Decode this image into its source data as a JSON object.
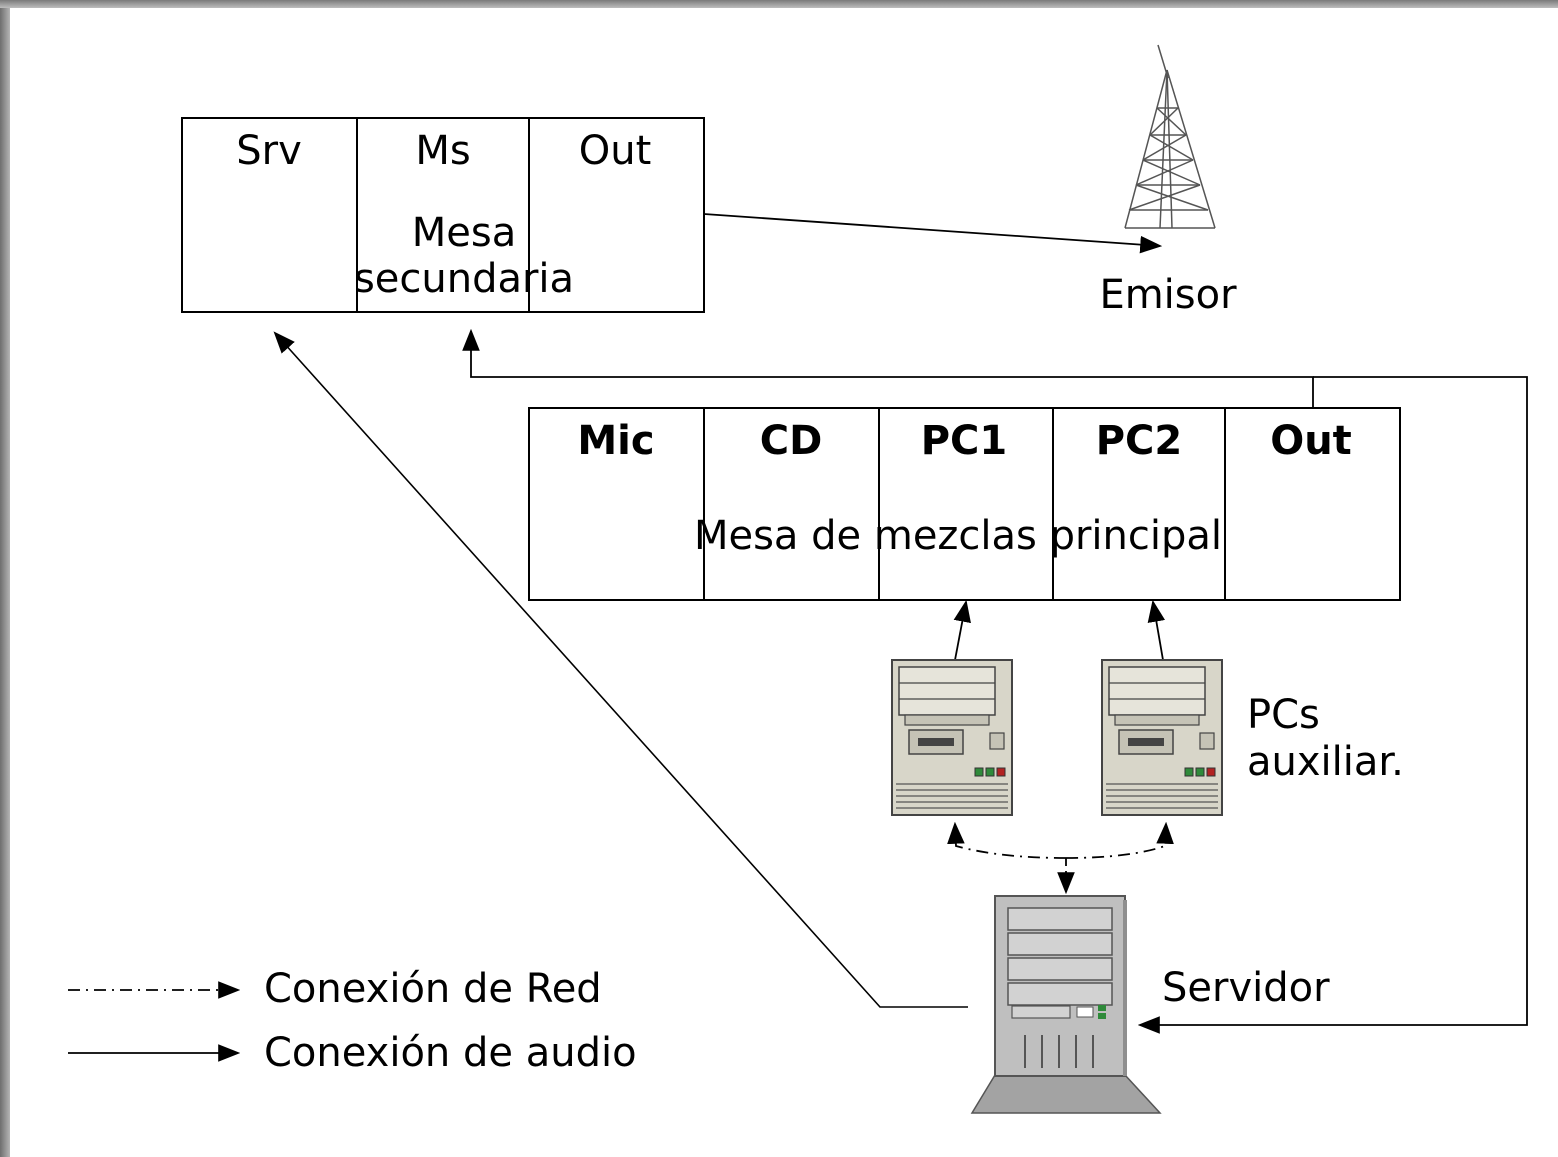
{
  "mesa_secundaria": {
    "channels": [
      "Srv",
      "Ms",
      "Out"
    ],
    "title_line1": "Mesa",
    "title_line2": "secundaria"
  },
  "mesa_principal": {
    "channels": [
      "Mic",
      "CD",
      "PC1",
      "PC2",
      "Out"
    ],
    "title": "Mesa de mezclas principal"
  },
  "emisor": {
    "label": "Emisor"
  },
  "pcs": {
    "label_line1": "PCs",
    "label_line2": "auxiliar."
  },
  "servidor": {
    "label": "Servidor"
  },
  "legend": {
    "network": "Conexión de Red",
    "audio": "Conexión de audio"
  },
  "colors": {
    "frame": "#8a8a8a",
    "line": "#000000",
    "device_body": "#d6d4c8",
    "server_body": "#c8c8c8"
  }
}
